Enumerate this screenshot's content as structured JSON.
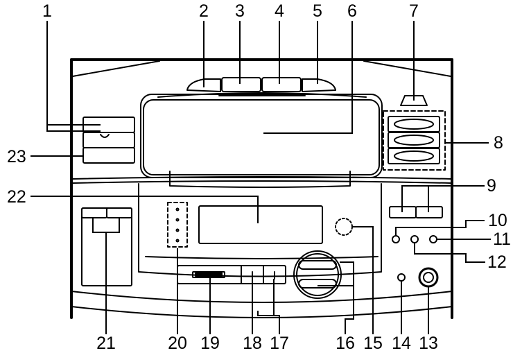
{
  "callouts": [
    "1",
    "2",
    "3",
    "4",
    "5",
    "6",
    "7",
    "8",
    "9",
    "10",
    "11",
    "12",
    "13",
    "14",
    "15",
    "16",
    "17",
    "18",
    "19",
    "20",
    "21",
    "22",
    "23"
  ],
  "colors": {
    "ink": "#000000",
    "paper": "#ffffff",
    "shade": "#d9d9d9"
  }
}
